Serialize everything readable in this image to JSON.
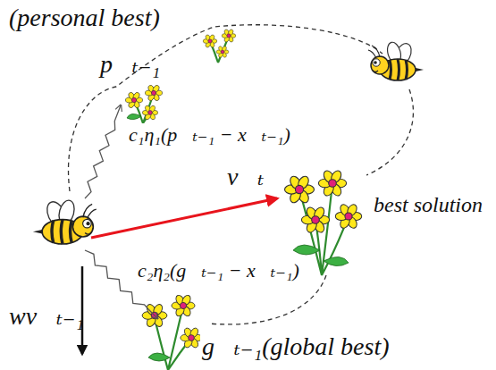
{
  "diagram": {
    "labels": [
      "(personal best)",
      "p⃗ₜ₋₁",
      "c₁η₁(p⃗ₜ₋₁ − x⃗ₜ₋₁)",
      "v⃗ₜ",
      "best solution",
      "c₂η₂(g⃗ₜ₋₁ − x⃗ₜ₋₁)",
      "wv⃗ₜ₋₁",
      "g⃗ₜ₋₁(global best)"
    ]
  }
}
